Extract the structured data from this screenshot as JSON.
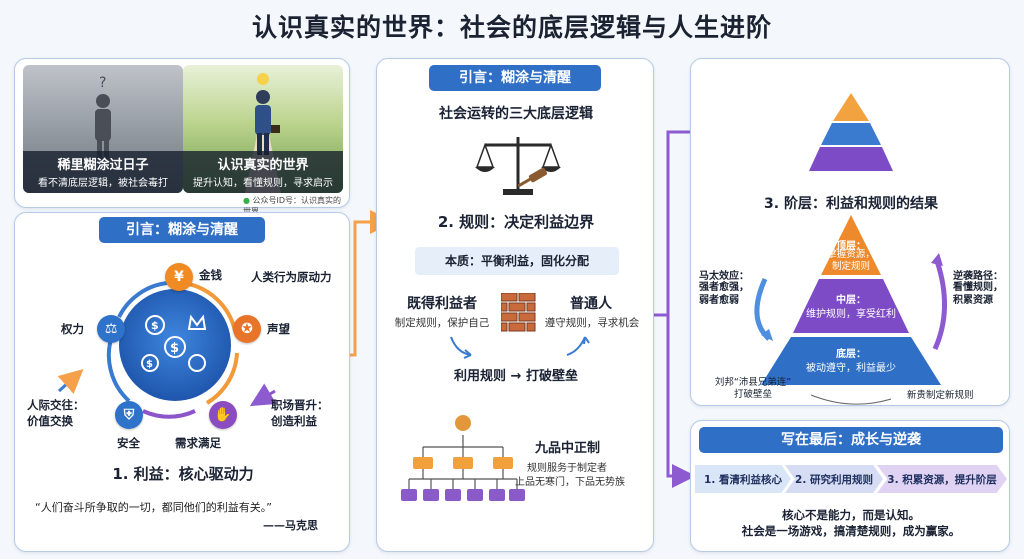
{
  "title": "认识真实的世界：社会的底层逻辑与人生进阶",
  "top_left": {
    "left_image": {
      "title": "稀里糊涂过日子",
      "subtitle": "看不清底层逻辑，被社会毒打"
    },
    "right_image": {
      "title": "认识真实的世界",
      "subtitle": "提升认知，看懂规则，寻求启示"
    },
    "watermark": "公众号ID号：认识真实的世界"
  },
  "panel1": {
    "pill": "引言：糊涂与清醒",
    "center_cycle": [
      {
        "label": "金钱",
        "icon": "money-bag-icon",
        "color": "#f08a22"
      },
      {
        "label": "声望",
        "icon": "medal-icon",
        "color": "#e8742a"
      },
      {
        "label": "需求满足",
        "icon": "hand-coin-icon",
        "color": "#8a4cc0"
      },
      {
        "label": "安全",
        "icon": "shield-icon",
        "color": "#2f72c9"
      },
      {
        "label": "权力",
        "icon": "scales-icon",
        "color": "#2f72c9"
      }
    ],
    "annotations": {
      "top_right": "人类行为原动力",
      "right": "职场晋升：\n创造利益",
      "left": "人际交往：\n价值交换"
    },
    "heading": "1. 利益：核心驱动力",
    "quote": "“人们奋斗所争取的一切，都同他们的利益有关。”",
    "quote_author": "——马克思"
  },
  "panel2": {
    "pill": "引言：糊涂与清醒",
    "subheading": "社会运转的三大底层逻辑",
    "heading": "2. 规则：决定利益边界",
    "essence": "本质：平衡利益，固化分配",
    "left_group": {
      "title": "既得利益者",
      "desc": "制定规则，保护自己"
    },
    "right_group": {
      "title": "普通人",
      "desc": "遵守规则，寻求机会"
    },
    "flow": "利用规则 → 打破壁垒",
    "system": {
      "title": "九品中正制",
      "line1": "规则服务于制定者",
      "line2": "上品无寒门，下品无势族"
    }
  },
  "panel3": {
    "heading": "3. 阶层：利益和规则的结果",
    "tiers": [
      {
        "name": "顶层：",
        "desc": "掌握资源，\n制定规则",
        "color": "#ee8a2c"
      },
      {
        "name": "中层：",
        "desc": "维护规则，享受红利",
        "color": "#7d4bc6"
      },
      {
        "name": "底层：",
        "desc": "被动遵守，利益最少",
        "color": "#2f6fc6"
      }
    ],
    "left_note": {
      "title": "马太效应：",
      "desc": "强者愈强，\n弱者愈弱"
    },
    "right_note": {
      "title": "逆袭路径：",
      "desc": "看懂规则，\n积累资源"
    },
    "bottom_left": "刘邦“沛县兄弟连”\n打破壁垒",
    "bottom_right": "新贵制定新规则"
  },
  "panel4": {
    "pill": "写在最后：成长与逆袭",
    "steps": [
      "1. 看清利益核心",
      "2. 研究利用规则",
      "3. 积累资源，提升阶层"
    ],
    "line1": "核心不是能力，而是认知。",
    "line2": "社会是一场游戏，搞清楚规则，成为赢家。"
  },
  "colors": {
    "blue": "#2f6fc6",
    "orange": "#f08a22",
    "purple": "#7d4bc6"
  }
}
